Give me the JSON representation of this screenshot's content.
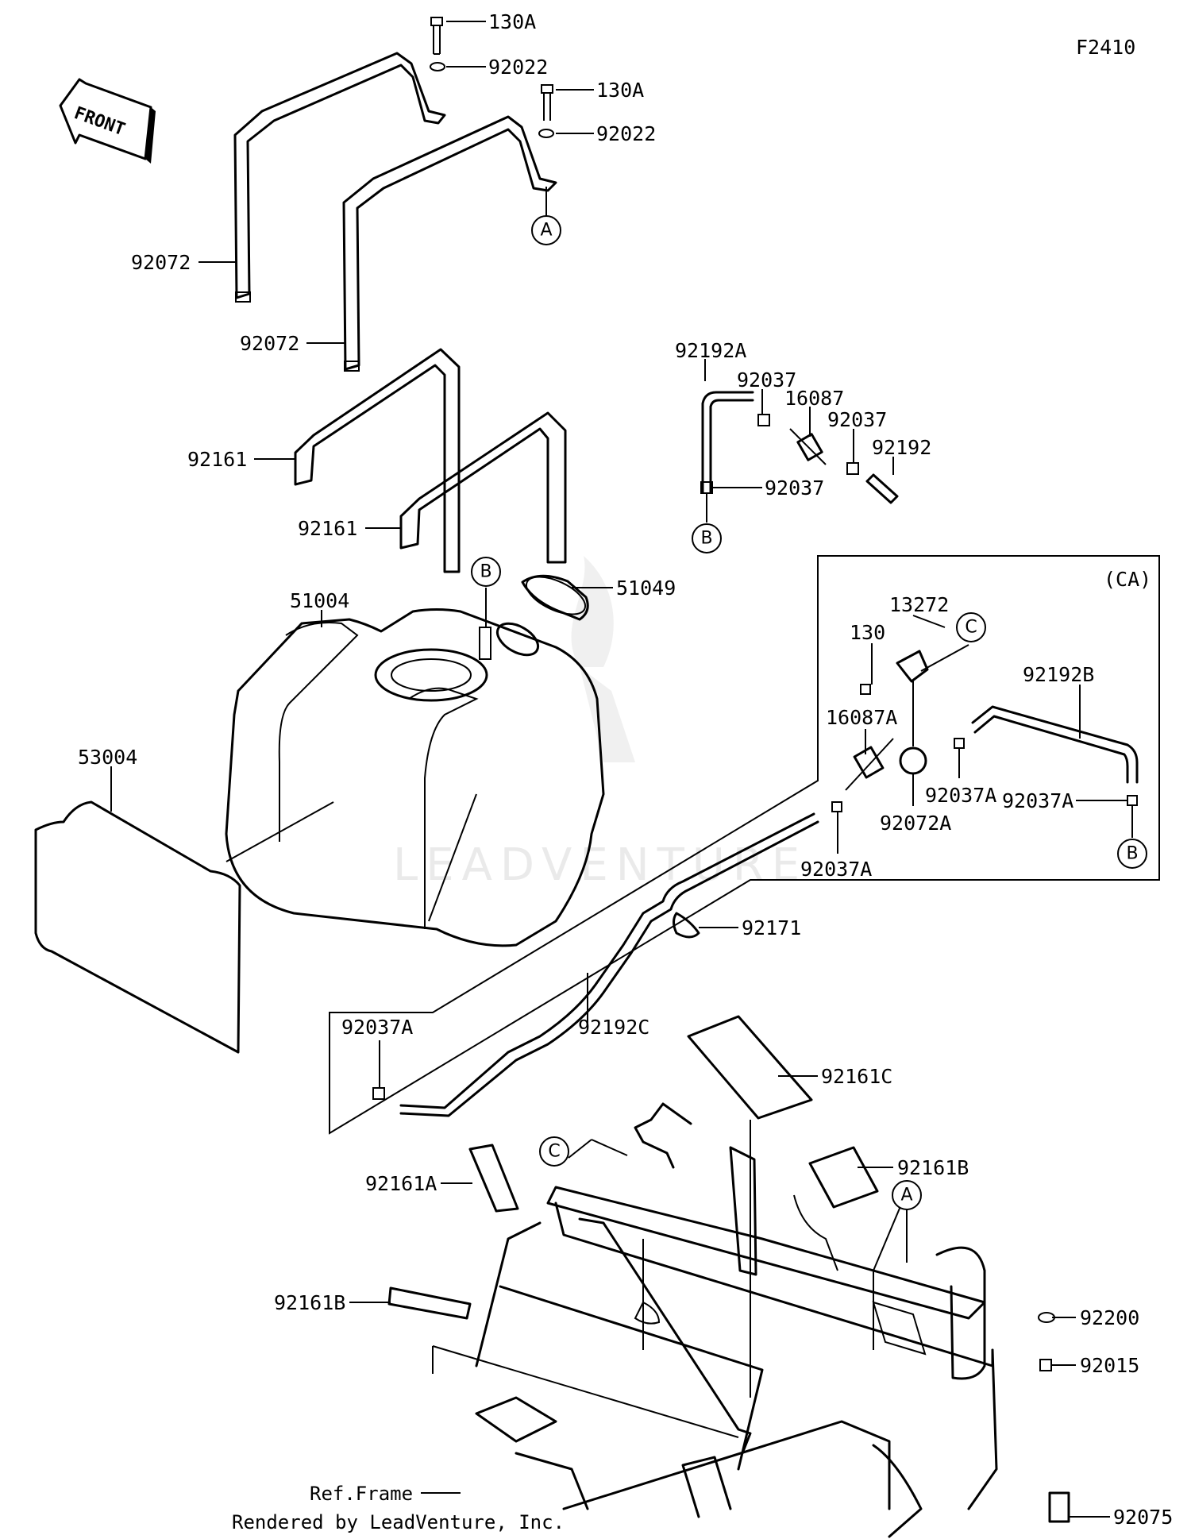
{
  "diagram_id": "F2410",
  "front_label": "FRONT",
  "watermark": "LEADVENTURE",
  "group_label": "(CA)",
  "footer_ref": "Ref.Frame",
  "footer_credit": "Rendered by LeadVenture, Inc.",
  "refs": {
    "a": "A",
    "b": "B",
    "c": "C"
  },
  "parts": {
    "p130A_1": "130A",
    "p92022_1": "92022",
    "p130A_2": "130A",
    "p92022_2": "92022",
    "p92072_1": "92072",
    "p92072_2": "92072",
    "p92161_1": "92161",
    "p92161_2": "92161",
    "p92192A": "92192A",
    "p92037_1": "92037",
    "p16087": "16087",
    "p92037_2": "92037",
    "p92192": "92192",
    "p92037_3": "92037",
    "p51004": "51004",
    "p51049": "51049",
    "p53004": "53004",
    "p13272": "13272",
    "p130": "130",
    "p92192B": "92192B",
    "p16087A": "16087A",
    "p92037A_1": "92037A",
    "p92037A_2": "92037A",
    "p92072A": "92072A",
    "p92037A_3": "92037A",
    "p92171": "92171",
    "p92037A_4": "92037A",
    "p92192C": "92192C",
    "p92161C": "92161C",
    "p92161B_1": "92161B",
    "p92161A": "92161A",
    "p92161B_2": "92161B",
    "p92200": "92200",
    "p92015": "92015",
    "p92075": "92075"
  }
}
